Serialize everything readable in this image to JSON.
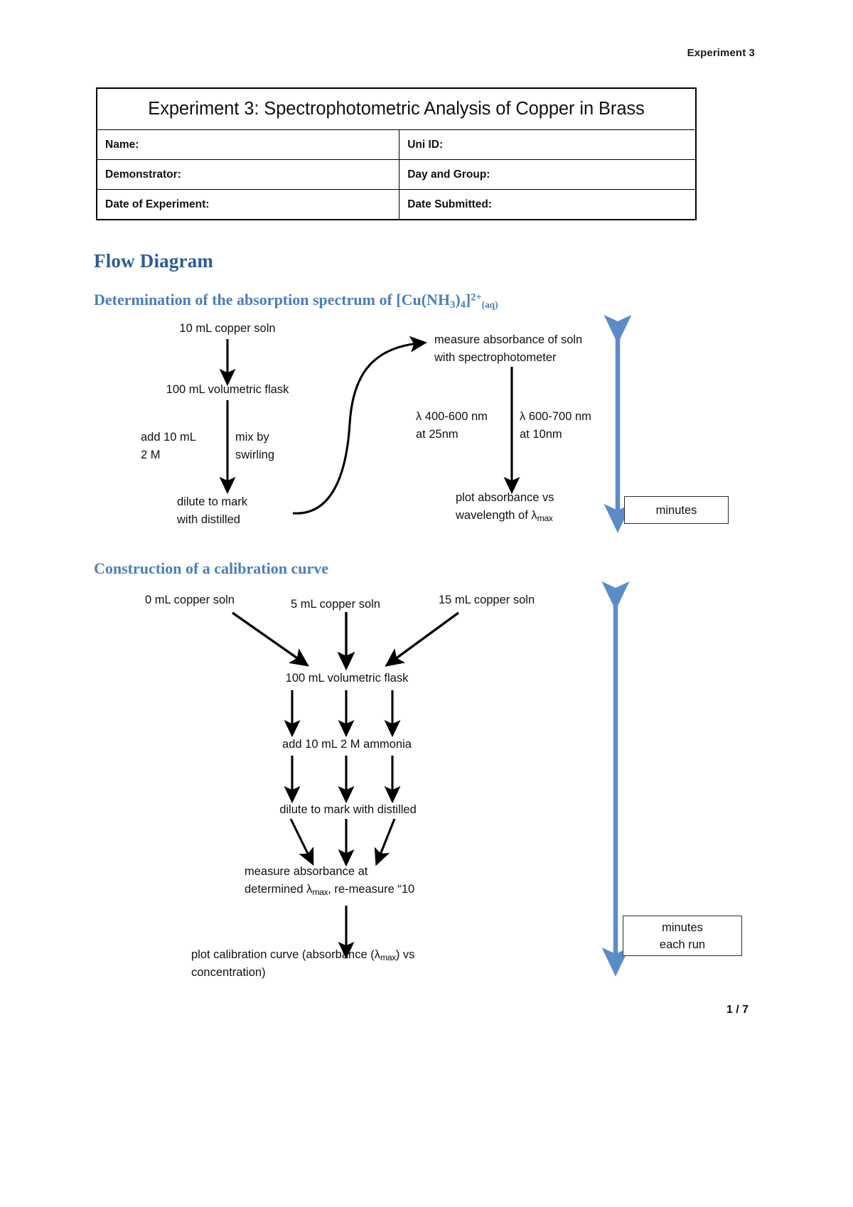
{
  "document": {
    "running_header": "Experiment 3",
    "page_number": "1 / 7"
  },
  "info_table": {
    "title": "Experiment 3: Spectrophotometric Analysis of Copper in Brass",
    "rows": [
      {
        "left_label": "Name:",
        "right_label": "Uni ID:"
      },
      {
        "left_label": "Demonstrator:",
        "right_label": "Day and Group:"
      },
      {
        "left_label": "Date of Experiment:",
        "right_label": "Date Submitted:"
      }
    ]
  },
  "sections": {
    "flow_diagram_heading": "Flow Diagram",
    "absorption_spectrum": {
      "heading_prefix": "Determination of the absorption spectrum of [Cu(NH",
      "heading_sub1": "3",
      "heading_mid": ")",
      "heading_sub2": "4",
      "heading_bracket": "]",
      "heading_charge": "2+",
      "heading_state": "(aq)",
      "steps": {
        "copper_soln": "10 mL copper soln",
        "volumetric_flask": "100 mL volumetric flask",
        "add_ammonia_line1": "add 10 mL",
        "add_ammonia_line2": "2 M",
        "mix_line1": "mix by",
        "mix_line2": "swirling",
        "dilute_line1": "dilute to mark",
        "dilute_line2": "with distilled",
        "measure_line1": "measure absorbance of soln",
        "measure_line2": "with spectrophotometer",
        "range1_line1": "λ 400-600 nm",
        "range1_line2": "at 25nm",
        "range2_line1": "λ 600-700 nm",
        "range2_line2": "at 10nm",
        "plot_line1": "plot absorbance vs",
        "plot_line2_prefix": "wavelength of λ",
        "plot_line2_sub": "max"
      },
      "time_box": "minutes"
    },
    "calibration_curve": {
      "heading": "Construction of a calibration curve",
      "steps": {
        "soln_0": "0 mL copper soln",
        "soln_5": "5 mL copper soln",
        "soln_15": "15 mL copper soln",
        "volumetric_flask": "100 mL volumetric flask",
        "add_ammonia": "add 10 mL 2 M ammonia",
        "dilute": "dilute to mark with distilled",
        "measure_line1": "measure absorbance at",
        "measure_line2_prefix": "determined λ",
        "measure_line2_sub": "max",
        "measure_line2_suffix": ", re-measure “10",
        "plot_line1_prefix": "plot calibration curve (absorbance (λ",
        "plot_line1_sub": "max",
        "plot_line1_suffix": ") vs",
        "plot_line2": "concentration)"
      },
      "time_box_line1": "minutes",
      "time_box_line2": "each run"
    }
  },
  "colors": {
    "heading_primary": "#2d5c93",
    "heading_secondary": "#4a7ebb",
    "timing_arrow": "#5b8cc8",
    "arrow_black": "#000000"
  }
}
